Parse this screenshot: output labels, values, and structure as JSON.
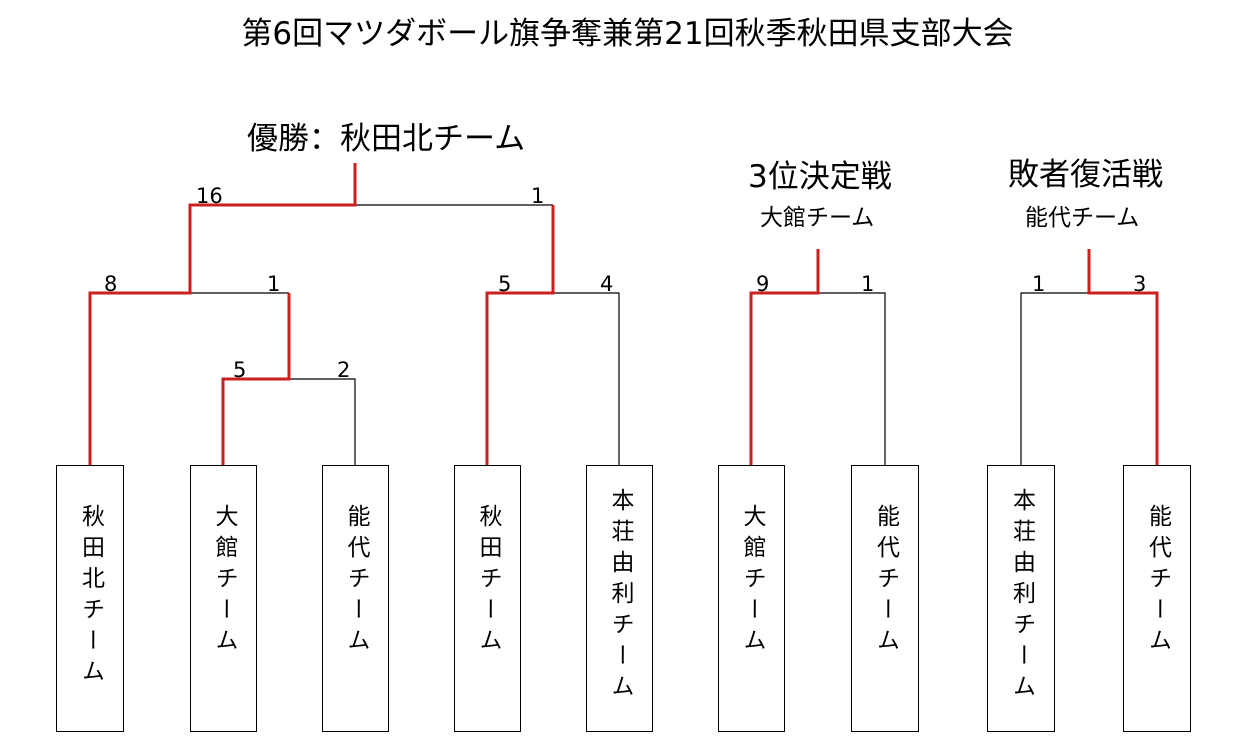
{
  "title": "第6回マツダボール旗争奪兼第21回秋季秋田県支部大会",
  "champion": {
    "label": "優勝：秋田北チーム"
  },
  "third_place": {
    "heading": "3位決定戦",
    "winner": "大館チーム"
  },
  "repechage": {
    "heading": "敗者復活戦",
    "winner": "能代チーム"
  },
  "teams": [
    "秋田北チーム",
    "大館チーム",
    "能代チーム",
    "秋田チーム",
    "本荘由利チーム",
    "大館チーム",
    "能代チーム",
    "本荘由利チーム",
    "能代チーム"
  ],
  "scores": {
    "final_left": "16",
    "final_right": "1",
    "sf1_left": "8",
    "sf1_right": "1",
    "qf_left": "5",
    "qf_right": "2",
    "sf2_left": "5",
    "sf2_right": "4",
    "third_left": "9",
    "third_right": "1",
    "rep_left": "1",
    "rep_right": "3"
  },
  "colors": {
    "winner_line": "#cc1f1f",
    "loser_line": "#000000"
  }
}
